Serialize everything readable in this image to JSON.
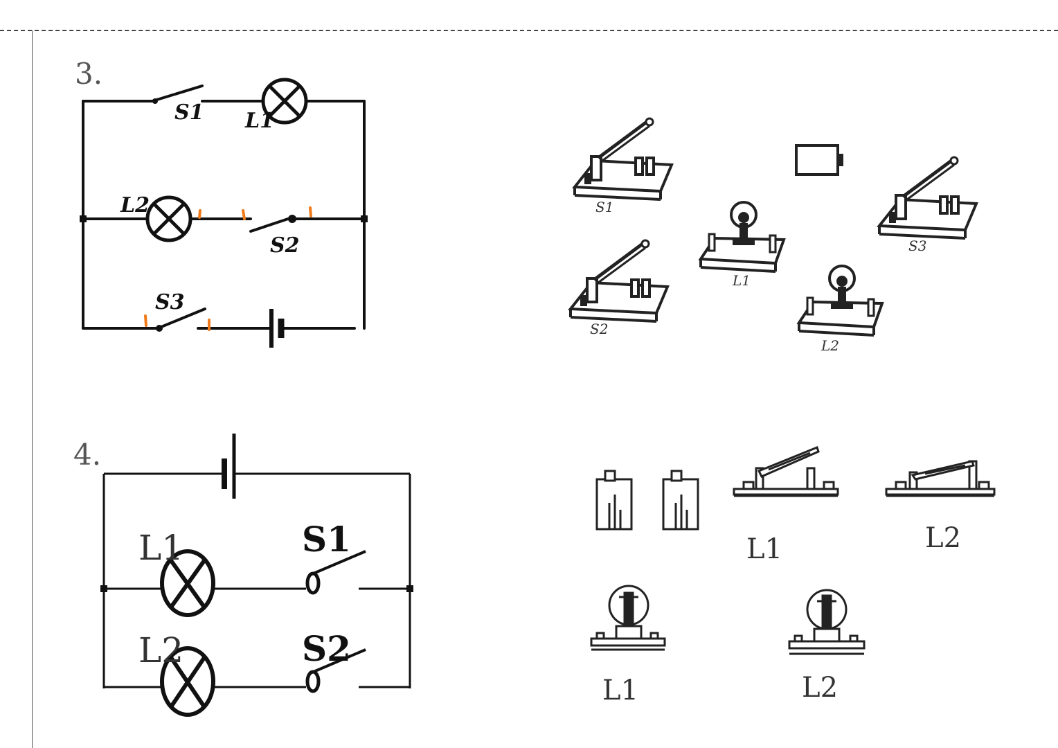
{
  "q3": {
    "number": "3.",
    "circuit_labels": {
      "s1": "S1",
      "l1": "L1",
      "l2": "L2",
      "s2": "S2",
      "s3": "S3"
    },
    "parts_labels": {
      "s1": "S1",
      "s2": "S2",
      "s3": "S3",
      "l1": "L1",
      "l2": "L2"
    }
  },
  "q4": {
    "number": "4.",
    "circuit_labels": {
      "l1": "L1",
      "l2": "L2",
      "s1": "S1",
      "s2": "S2"
    },
    "parts_labels": {
      "sw1": "L1",
      "sw2": "L2",
      "bulb1": "L1",
      "bulb2": "L2"
    }
  },
  "colors": {
    "ink": "#111111",
    "annotation": "#f07a1a",
    "print": "#333333"
  }
}
